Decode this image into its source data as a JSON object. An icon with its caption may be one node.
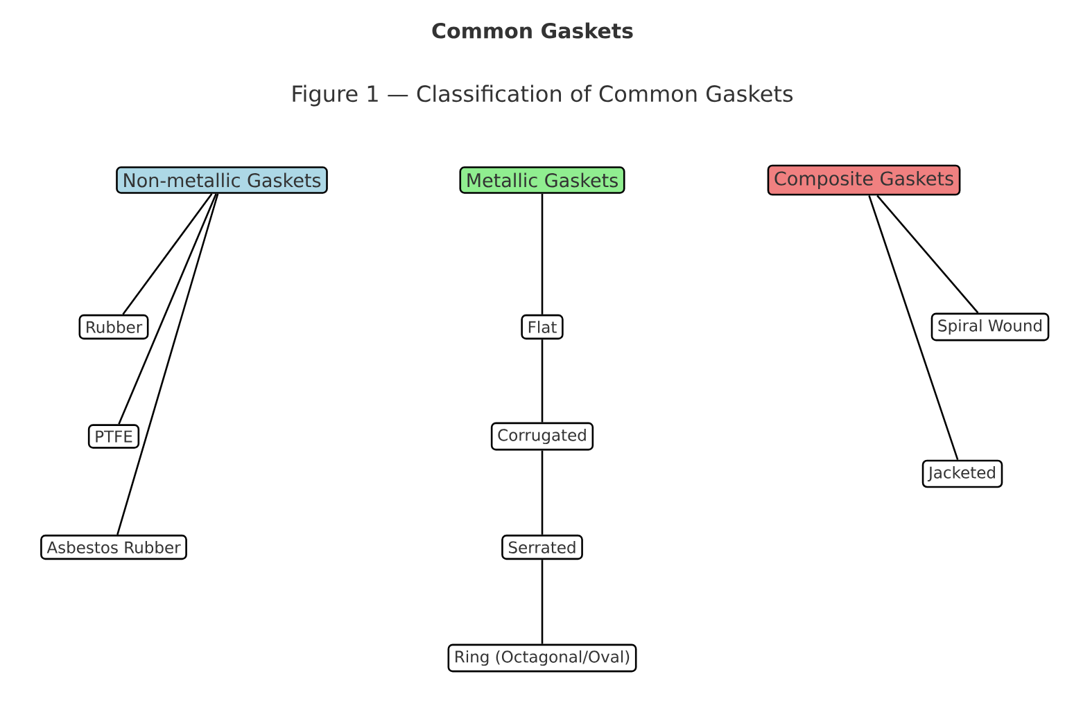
{
  "diagram": {
    "title": "Common Gaskets",
    "caption": "Figure 1 — Classification of Common Gaskets",
    "nodes": [
      {
        "text": [
          "Non-metallic Gaskets"
        ]
      },
      {
        "text": [
          "Metallic Gaskets"
        ]
      },
      {
        "text": [
          "Composite Gaskets"
        ]
      },
      {
        "text": [
          "Rubber"
        ]
      },
      {
        "text": [
          "PTFE"
        ]
      },
      {
        "text": [
          "Asbestos Rubber"
        ]
      },
      {
        "text": [
          "Flat"
        ]
      },
      {
        "text": [
          "Corrugated"
        ]
      },
      {
        "text": [
          "Serrated"
        ]
      },
      {
        "text": [
          "Ring (Octagonal/Oval)"
        ]
      },
      {
        "text": [
          "Spiral Wound"
        ]
      },
      {
        "text": [
          "Jacketed"
        ]
      }
    ],
    "edges": [
      {
        "from": 0,
        "to": 3,
        "arrow": "none"
      },
      {
        "from": 0,
        "to": 4,
        "arrow": "none"
      },
      {
        "from": 0,
        "to": 5,
        "arrow": "none"
      },
      {
        "from": 1,
        "to": 6,
        "arrow": "none"
      },
      {
        "from": 6,
        "to": 7,
        "arrow": "none"
      },
      {
        "from": 7,
        "to": 8,
        "arrow": "none"
      },
      {
        "from": 8,
        "to": 9,
        "arrow": "none"
      },
      {
        "from": 2,
        "to": 10,
        "arrow": "none"
      },
      {
        "from": 2,
        "to": 11,
        "arrow": "none"
      }
    ]
  }
}
